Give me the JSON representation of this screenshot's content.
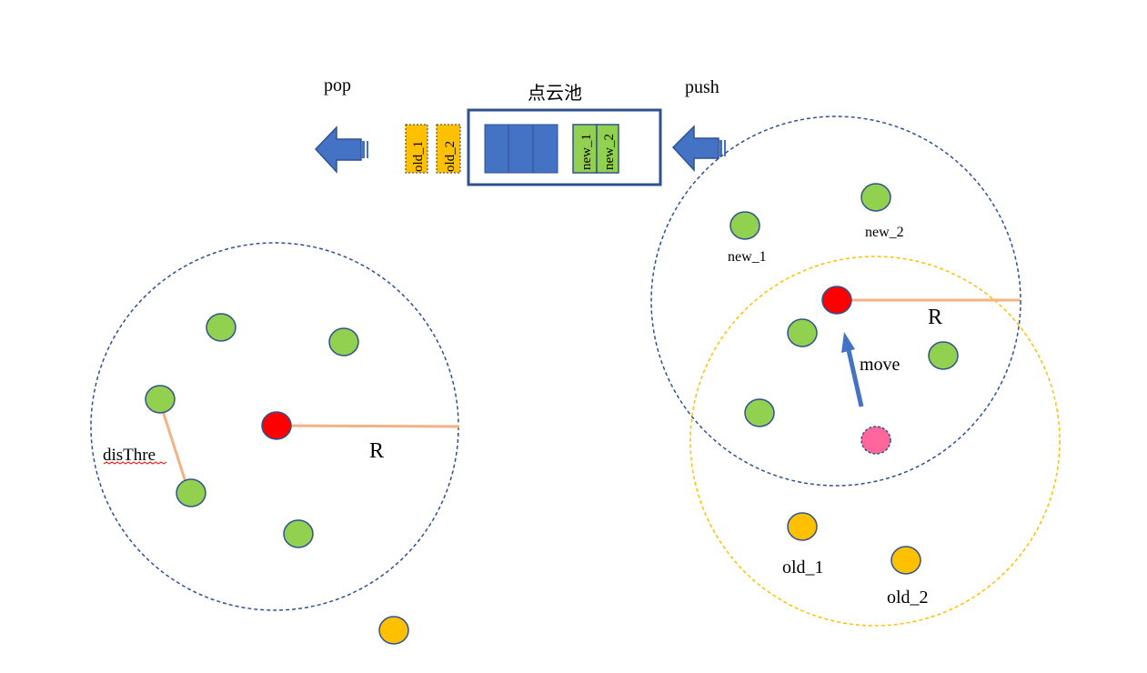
{
  "pool": {
    "title": "点云池",
    "old_items": [
      "old_1",
      "old_2"
    ],
    "new_items": [
      "new_1",
      "new_2"
    ]
  },
  "labels": {
    "pop": "pop",
    "push": "push",
    "radius": "R",
    "dis_threshold": "disThre",
    "move": "move",
    "new_1": "new_1",
    "new_2": "new_2",
    "old_1": "old_1",
    "old_2": "old_2"
  },
  "colors": {
    "point_green": "#92d050",
    "point_red": "#ff0000",
    "point_old": "#ffc000",
    "point_moved": "#ff6699",
    "block_blue": "#4472c4",
    "outline_dark": "#2f528f",
    "circle_yellow": "#ffc000",
    "radius_line": "#f4b183"
  },
  "icons": {
    "pop_arrow": "left-arrow-icon",
    "push_arrow": "left-arrow-icon",
    "move_arrow": "up-arrow-icon"
  }
}
